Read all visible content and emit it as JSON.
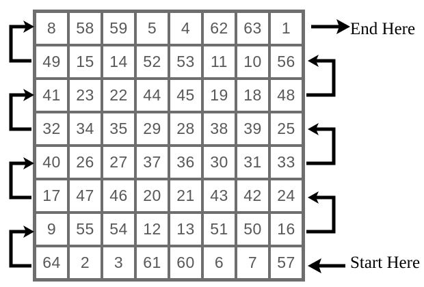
{
  "diagram": {
    "title": "boustrophedon-numbered-grid",
    "grid": {
      "rows": 8,
      "cols": 8,
      "border_color": "#6e6e6e",
      "cell_background": "#ffffff",
      "digit_color": "#585858",
      "values": [
        [
          8,
          58,
          59,
          5,
          4,
          62,
          63,
          1
        ],
        [
          49,
          15,
          14,
          52,
          53,
          11,
          10,
          56
        ],
        [
          41,
          23,
          22,
          44,
          45,
          19,
          18,
          48
        ],
        [
          32,
          34,
          35,
          29,
          28,
          38,
          39,
          25
        ],
        [
          40,
          26,
          27,
          37,
          36,
          30,
          31,
          33
        ],
        [
          17,
          47,
          46,
          20,
          21,
          43,
          42,
          24
        ],
        [
          9,
          55,
          54,
          12,
          13,
          51,
          50,
          16
        ],
        [
          64,
          2,
          3,
          61,
          60,
          6,
          7,
          57
        ]
      ]
    },
    "labels": {
      "end": "End Here",
      "start": "Start Here",
      "ink_color": "#000000"
    },
    "connectors": {
      "left_brackets": [
        {
          "name": "left-bracket-row2-to-row1",
          "from_row": 2,
          "to_row": 1
        },
        {
          "name": "left-bracket-row4-to-row3",
          "from_row": 4,
          "to_row": 3
        },
        {
          "name": "left-bracket-row6-to-row5",
          "from_row": 6,
          "to_row": 5
        },
        {
          "name": "left-bracket-row8-to-row7",
          "from_row": 8,
          "to_row": 7
        }
      ],
      "right_brackets": [
        {
          "name": "right-bracket-row3-to-row2",
          "from_row": 3,
          "to_row": 2
        },
        {
          "name": "right-bracket-row5-to-row4",
          "from_row": 5,
          "to_row": 4
        },
        {
          "name": "right-bracket-row7-to-row6",
          "from_row": 7,
          "to_row": 6
        }
      ],
      "end_arrow": {
        "name": "end-arrow",
        "direction": "right",
        "row": 1
      },
      "start_arrow": {
        "name": "start-arrow",
        "direction": "left",
        "row": 8
      }
    }
  }
}
